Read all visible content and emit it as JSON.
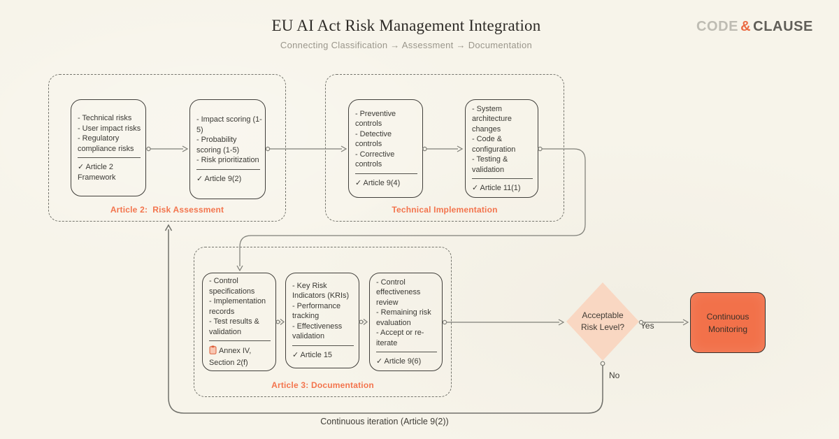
{
  "header": {
    "title": "EU AI Act Risk Management Integration",
    "subtitle": "Connecting Classification → Assessment → Documentation"
  },
  "brand": {
    "part1": "CODE",
    "amp": "&",
    "part2": "CLAUSE"
  },
  "groups": [
    {
      "label": "Article 2:  Risk Assessment"
    },
    {
      "label": "Technical Implementation"
    },
    {
      "label": "Article 3: Documentation"
    }
  ],
  "nodes": [
    {
      "lines": [
        "- Technical risks",
        "- User impact risks",
        "- Regulatory compliance risks"
      ],
      "footer": "✓ Article 2 Framework"
    },
    {
      "lines": [
        "- Impact scoring (1-5)",
        "- Probability scoring (1-5)",
        "- Risk prioritization"
      ],
      "footer": "✓ Article 9(2)"
    },
    {
      "lines": [
        "- Preventive controls",
        "- Detective controls",
        "- Corrective controls"
      ],
      "footer": "✓ Article 9(4)"
    },
    {
      "lines": [
        "- System architecture changes",
        "- Code & configuration",
        "- Testing & validation"
      ],
      "footer": "✓ Article 11(1)"
    },
    {
      "lines": [
        "- Control specifications",
        "- Implementation records",
        "- Test results & validation"
      ],
      "footer": "Annex IV, Section 2(f)",
      "footer_icon": "clipboard-icon"
    },
    {
      "lines": [
        "- Key Risk Indicators (KRIs)",
        "- Performance tracking",
        "- Effectiveness validation"
      ],
      "footer": "✓ Article 15"
    },
    {
      "lines": [
        "- Control effectiveness review",
        "- Remaining risk evaluation",
        "- Accept or re-iterate"
      ],
      "footer": "✓ Article 9(6)"
    }
  ],
  "decision": {
    "label": "Acceptable Risk Level?"
  },
  "terminal": {
    "label": "Continuous Monitoring"
  },
  "edge_labels": {
    "yes": "Yes",
    "no": "No",
    "loop": "Continuous iteration (Article 9(2))"
  },
  "colors": {
    "background": "#f7f4ea",
    "accent_orange": "#f3744d",
    "diamond_fill": "#f9d7c2",
    "terminal_fill": "#f2714a",
    "connector_gray": "#7f7f78"
  }
}
